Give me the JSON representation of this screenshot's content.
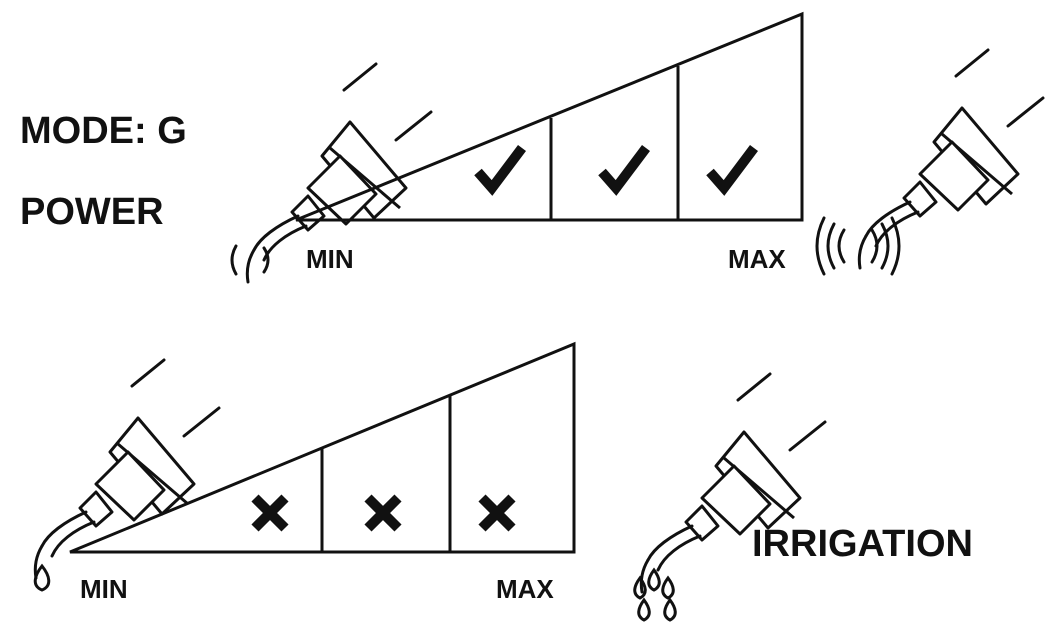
{
  "power": {
    "mode_label": "MODE: G",
    "title": "POWER",
    "min_label": "MIN",
    "max_label": "MAX",
    "segments": [
      {
        "state": "check",
        "mark": "✔"
      },
      {
        "state": "check",
        "mark": "✔"
      },
      {
        "state": "check",
        "mark": "✔"
      }
    ]
  },
  "irrigation": {
    "title": "IRRIGATION",
    "min_label": "MIN",
    "max_label": "MAX",
    "segments": [
      {
        "state": "cross",
        "mark": "✖"
      },
      {
        "state": "cross",
        "mark": "✖"
      },
      {
        "state": "cross",
        "mark": "✖"
      }
    ]
  },
  "icons": {
    "power_min": "scaler-handpiece-low-vibration-icon",
    "power_max": "scaler-handpiece-high-vibration-icon",
    "irrigation_min": "scaler-handpiece-single-drop-icon",
    "irrigation_max": "scaler-handpiece-many-drops-icon"
  },
  "colors": {
    "ink": "#111111",
    "background": "#ffffff"
  }
}
